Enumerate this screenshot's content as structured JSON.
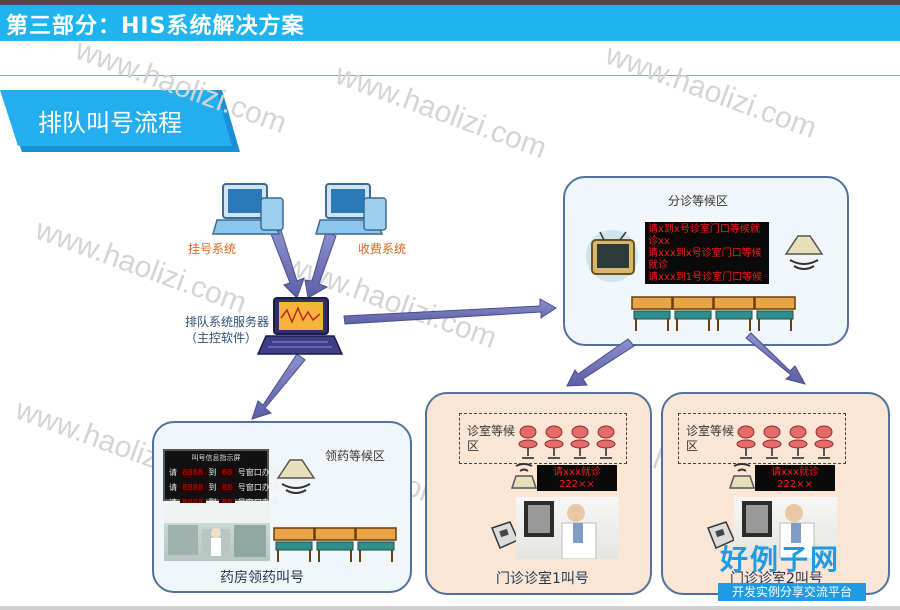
{
  "header": {
    "title": "第三部分：HIS系统解决方案"
  },
  "section": {
    "title": "排队叫号流程"
  },
  "watermark": "www.haolizi.com",
  "nodes": {
    "registration": "挂号系统",
    "billing": "收费系统",
    "server": "排队系统服务器（主控软件）"
  },
  "panels": {
    "triage": {
      "title": "分诊等候区",
      "led_lines": [
        "请x到x号诊室门口等候就",
        "诊xx",
        "请xxx到x号诊室门口等候",
        "就诊",
        "请xxx到1号诊室门口等候"
      ]
    },
    "pharmacy": {
      "caption": "药房领药叫号",
      "area_label": "领药等候区",
      "board_title": "叫号信息指示屏",
      "board_rows": [
        {
          "pre": "请",
          "num": "8888",
          "mid": "到",
          "win": "88",
          "post": "号窗口办理"
        },
        {
          "pre": "请",
          "num": "8888",
          "mid": "到",
          "win": "88",
          "post": "号窗口办理"
        },
        {
          "pre": "请",
          "num": "8888",
          "mid": "到",
          "win": "88",
          "post": "号窗口办理"
        }
      ]
    },
    "clinic1": {
      "caption": "门诊诊室1叫号",
      "area_label": "诊室等候区",
      "led_lines": [
        "请xxx就诊",
        "222××"
      ]
    },
    "clinic2": {
      "caption": "门诊诊室2叫号",
      "area_label": "诊室等候区",
      "led_lines": [
        "请xxx就诊",
        "222××"
      ]
    }
  },
  "brand": {
    "name": "好例子网",
    "slogan": "开发实例分享交流平台"
  },
  "colors": {
    "title_bar": "#1fb4ee",
    "arrow": "#6b6fb0",
    "panel_border": "#52719a",
    "led_text": "#ff1a1a",
    "brand": "#1f9be4"
  }
}
